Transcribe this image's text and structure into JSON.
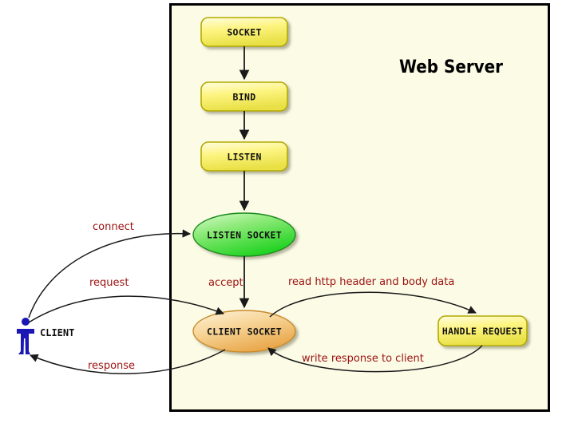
{
  "diagram": {
    "title": "Web Server",
    "container": {
      "fill": "#fbfbe6",
      "border": "#000000"
    },
    "colors": {
      "box_fill_light": "#fdfbb0",
      "box_fill_dark": "#e9e34a",
      "box_border": "#b3a900",
      "listen_socket_light": "#c9f5c0",
      "listen_socket_dark": "#33d633",
      "client_socket_light": "#fdf0cf",
      "client_socket_dark": "#eaa951",
      "label_text": "#9c1111",
      "client_figure": "#1a17b5",
      "arrow": "#1a1a1a"
    },
    "nodes": [
      {
        "id": "socket",
        "label": "SOCKET",
        "shape": "rounded-box"
      },
      {
        "id": "bind",
        "label": "BIND",
        "shape": "rounded-box"
      },
      {
        "id": "listen",
        "label": "LISTEN",
        "shape": "rounded-box"
      },
      {
        "id": "listen-socket",
        "label": "LISTEN SOCKET",
        "shape": "ellipse"
      },
      {
        "id": "client-socket",
        "label": "CLIENT SOCKET",
        "shape": "ellipse"
      },
      {
        "id": "handle-request",
        "label": "HANDLE REQUEST",
        "shape": "rounded-box"
      },
      {
        "id": "client",
        "label": "CLIENT",
        "shape": "actor"
      }
    ],
    "edge_labels": {
      "connect": "connect",
      "request": "request",
      "response": "response",
      "accept": "accept",
      "read": "read http header and body data",
      "write": "write response to client"
    }
  }
}
